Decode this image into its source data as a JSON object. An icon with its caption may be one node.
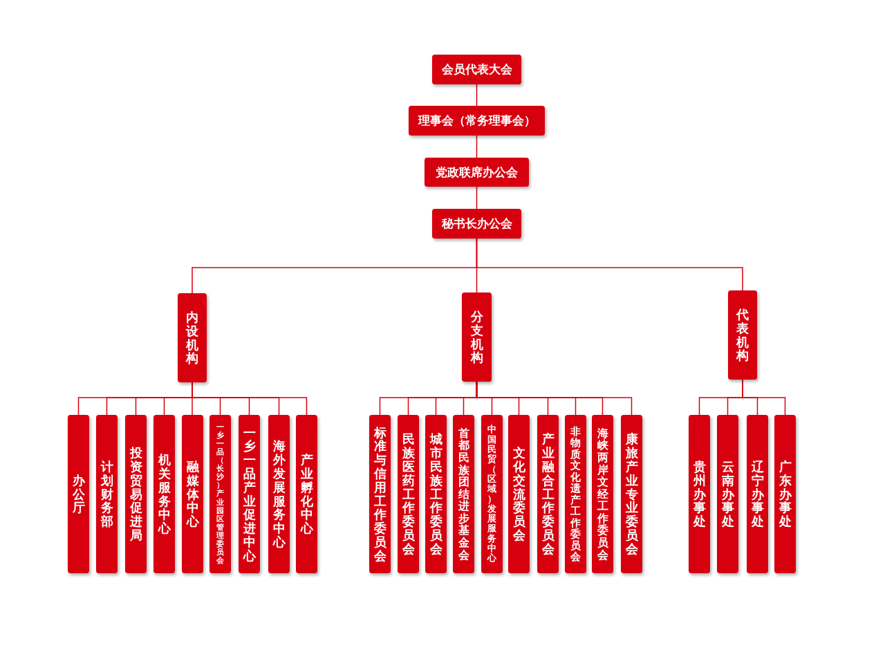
{
  "diagram": {
    "nodes": [
      {
        "text": [
          "会员代表大会"
        ]
      },
      {
        "text": [
          "理事会（常务理事会）"
        ]
      },
      {
        "text": [
          "党政联席办公会"
        ]
      },
      {
        "text": [
          "秘书长办公会"
        ]
      },
      {
        "text": [
          "内设机构"
        ]
      },
      {
        "text": [
          "分支机构"
        ]
      },
      {
        "text": [
          "代表机构"
        ]
      },
      {
        "text": [
          "办公厅"
        ]
      },
      {
        "text": [
          "计划财务部"
        ]
      },
      {
        "text": [
          "投资贸易促进局"
        ]
      },
      {
        "text": [
          "机关服务中心"
        ]
      },
      {
        "text": [
          "融媒体中心"
        ]
      },
      {
        "text": [
          "一乡一品（长沙）产业园区管理委员会"
        ]
      },
      {
        "text": [
          "一乡一品产业促进中心"
        ]
      },
      {
        "text": [
          "海外发展服务中心"
        ]
      },
      {
        "text": [
          "产业孵化中心"
        ]
      },
      {
        "text": [
          "标准与信用工作委员会"
        ]
      },
      {
        "text": [
          "民族医药工作委员会"
        ]
      },
      {
        "text": [
          "城市民族工作委员会"
        ]
      },
      {
        "text": [
          "首都民族团结进步基金会"
        ]
      },
      {
        "text": [
          "中国民贸（区域）发展服务中心"
        ]
      },
      {
        "text": [
          "文化交流委员会"
        ]
      },
      {
        "text": [
          "产业融合工作委员会"
        ]
      },
      {
        "text": [
          "非物质文化遗产工作委员会"
        ]
      },
      {
        "text": [
          "海峡两岸文经工作委员会"
        ]
      },
      {
        "text": [
          "康旅产业专业委员会"
        ]
      },
      {
        "text": [
          "贵州办事处"
        ]
      },
      {
        "text": [
          "云南办事处"
        ]
      },
      {
        "text": [
          "辽宁办事处"
        ]
      },
      {
        "text": [
          "广东办事处"
        ]
      }
    ],
    "edges": [
      {
        "from": 0,
        "to": 1,
        "arrow": "none"
      },
      {
        "from": 1,
        "to": 2,
        "arrow": "none"
      },
      {
        "from": 2,
        "to": 3,
        "arrow": "none"
      },
      {
        "from": 3,
        "to": 4,
        "arrow": "none"
      },
      {
        "from": 3,
        "to": 5,
        "arrow": "none"
      },
      {
        "from": 3,
        "to": 6,
        "arrow": "none"
      },
      {
        "from": 4,
        "to": 7,
        "arrow": "none"
      },
      {
        "from": 4,
        "to": 8,
        "arrow": "none"
      },
      {
        "from": 4,
        "to": 9,
        "arrow": "none"
      },
      {
        "from": 4,
        "to": 10,
        "arrow": "none"
      },
      {
        "from": 4,
        "to": 11,
        "arrow": "none"
      },
      {
        "from": 4,
        "to": 12,
        "arrow": "none"
      },
      {
        "from": 4,
        "to": 13,
        "arrow": "none"
      },
      {
        "from": 4,
        "to": 14,
        "arrow": "none"
      },
      {
        "from": 4,
        "to": 15,
        "arrow": "none"
      },
      {
        "from": 5,
        "to": 16,
        "arrow": "none"
      },
      {
        "from": 5,
        "to": 17,
        "arrow": "none"
      },
      {
        "from": 5,
        "to": 18,
        "arrow": "none"
      },
      {
        "from": 5,
        "to": 19,
        "arrow": "none"
      },
      {
        "from": 5,
        "to": 20,
        "arrow": "none"
      },
      {
        "from": 5,
        "to": 21,
        "arrow": "none"
      },
      {
        "from": 5,
        "to": 22,
        "arrow": "none"
      },
      {
        "from": 5,
        "to": 23,
        "arrow": "none"
      },
      {
        "from": 5,
        "to": 24,
        "arrow": "none"
      },
      {
        "from": 5,
        "to": 25,
        "arrow": "none"
      },
      {
        "from": 6,
        "to": 26,
        "arrow": "none"
      },
      {
        "from": 6,
        "to": 27,
        "arrow": "none"
      },
      {
        "from": 6,
        "to": 28,
        "arrow": "none"
      },
      {
        "from": 6,
        "to": 29,
        "arrow": "none"
      }
    ]
  }
}
